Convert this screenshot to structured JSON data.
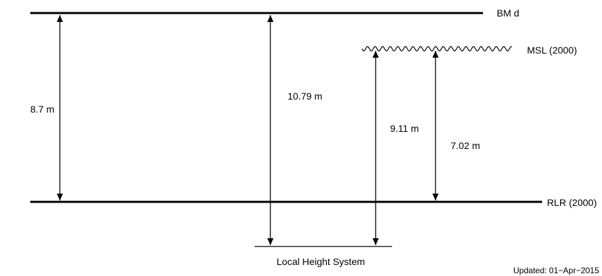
{
  "datums": {
    "bm": {
      "label": "BM d"
    },
    "msl": {
      "label": "MSL (2000)"
    },
    "rlr": {
      "label": "RLR (2000)"
    },
    "local": {
      "label": "Local Height System"
    }
  },
  "measurements": {
    "bm_to_rlr": "8.7 m",
    "bm_to_local": "10.79 m",
    "msl_to_local": "9.11 m",
    "msl_to_rlr": "7.02 m"
  },
  "footer": {
    "updated": "Updated: 01−Apr−2015"
  },
  "colors": {
    "line": "#000000",
    "background": "#ffffff"
  }
}
